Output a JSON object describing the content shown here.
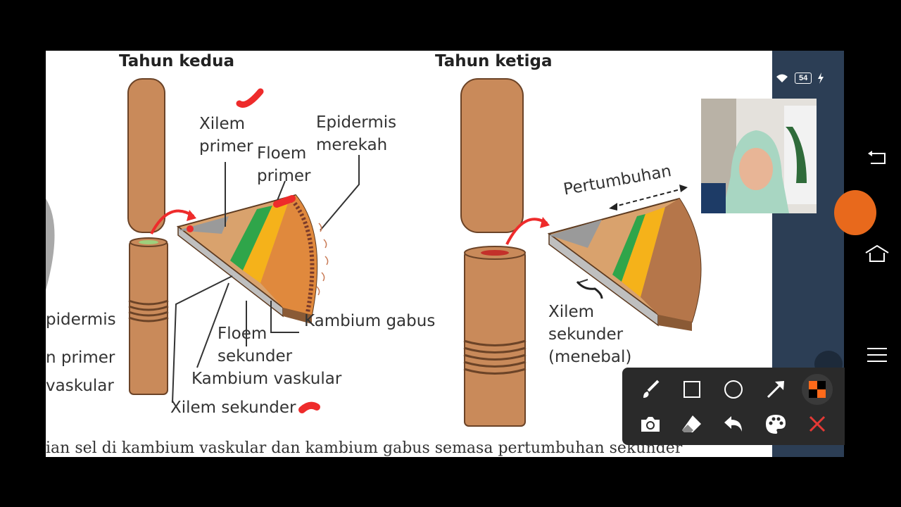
{
  "document": {
    "title_left": "Tahun kedua",
    "title_right": "Tahun ketiga",
    "labels": {
      "xilem_primer": [
        "Xilem",
        "primer"
      ],
      "floem_primer": [
        "Floem",
        "primer"
      ],
      "epidermis_merekah": [
        "Epidermis",
        "merekah"
      ],
      "kambium_gabus": "Kambium gabus",
      "floem_sekunder": [
        "Floem",
        "sekunder"
      ],
      "kambium_vaskular": "Kambium vaskular",
      "xilem_sekunder": "Xilem sekunder",
      "pertumbuhan": "Pertumbuhan",
      "xilem_sekunder_menebal": [
        "Xilem",
        "sekunder",
        "(menebal)"
      ],
      "left_cut": [
        "pidermis",
        "n primer",
        "vaskular"
      ]
    },
    "caption": "ian sel di kambium vaskular dan kambium gabus semasa pertumbuhan sekunder"
  },
  "status_bar": {
    "battery": "54"
  },
  "toolbar": {
    "tools": [
      "brush-icon",
      "rectangle-icon",
      "circle-icon",
      "arrow-icon",
      "mosaic-icon",
      "camera-icon",
      "eraser-icon",
      "undo-icon",
      "palette-icon",
      "close-icon"
    ]
  },
  "colors": {
    "brown": "#c98a5a",
    "green": "#2fa54a",
    "orange": "#f5b21a",
    "annotation_red": "#ee2b2b",
    "panel_bg": "#2c3e55",
    "close_red": "#e53935",
    "mosaic_orange": "#ff6a1a"
  }
}
